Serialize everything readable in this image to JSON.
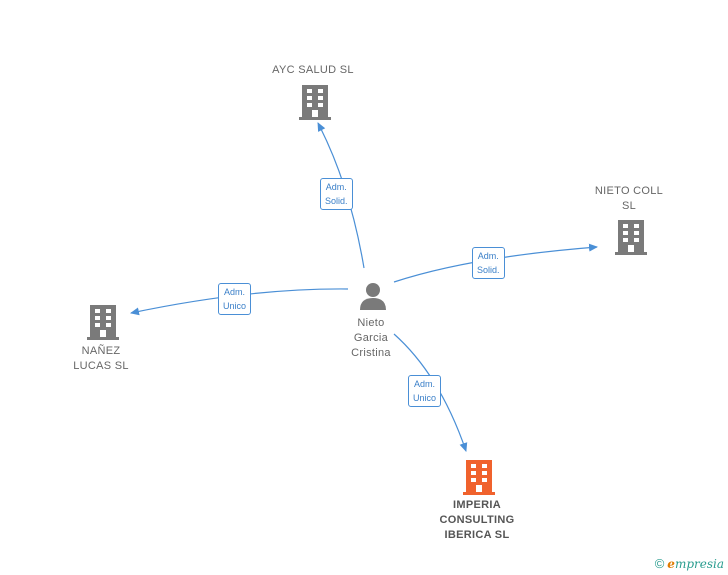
{
  "nodes": {
    "person": {
      "lines": [
        "Nieto",
        "Garcia",
        "Cristina"
      ]
    },
    "ayc": {
      "lines": [
        "AYC SALUD  SL"
      ]
    },
    "nieto_coll": {
      "lines": [
        "NIETO COLL",
        "SL"
      ]
    },
    "nanez": {
      "lines": [
        "NAÑEZ",
        "LUCAS  SL"
      ]
    },
    "imperia": {
      "lines": [
        "IMPERIA",
        "CONSULTING",
        "IBERICA  SL"
      ]
    }
  },
  "edges": {
    "ayc": [
      "Adm.",
      "Solid."
    ],
    "nieto_coll": [
      "Adm.",
      "Solid."
    ],
    "nanez": [
      "Adm.",
      "Unico"
    ],
    "imperia": [
      "Adm.",
      "Unico"
    ]
  },
  "footer": {
    "copyright": "©",
    "brand_initial": "e",
    "brand_rest": "mpresia"
  },
  "colors": {
    "edge": "#4a8fd6",
    "company_icon": "#7a7a7a",
    "main_company_icon": "#f0622d",
    "person_icon": "#7a7a7a"
  }
}
